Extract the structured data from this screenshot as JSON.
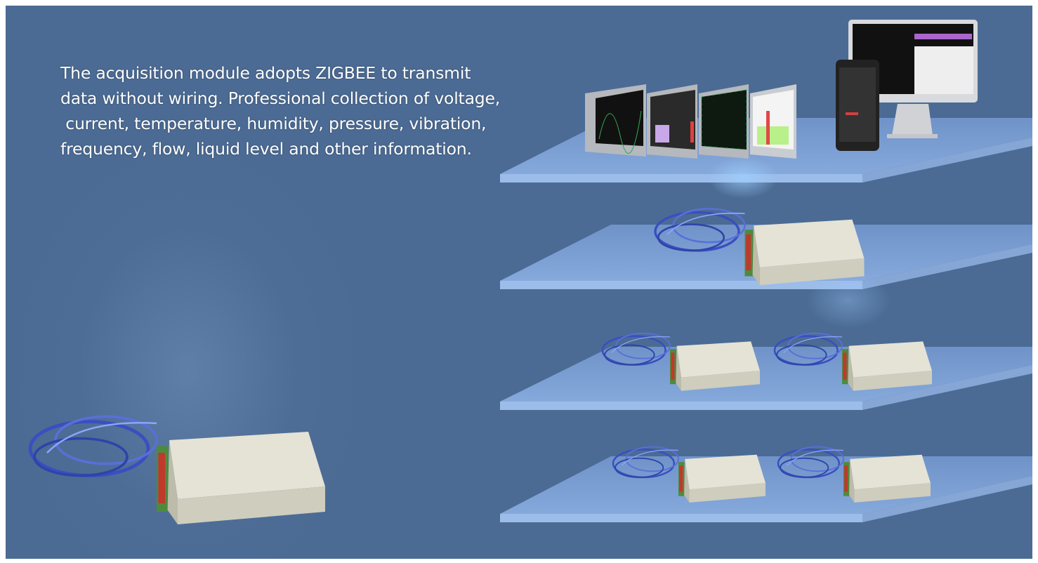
{
  "description": {
    "lines": [
      "The acquisition module adopts ZIGBEE to transmit",
      "data without wiring. Professional collection of voltage,",
      " current, temperature, humidity, pressure, vibration,",
      "frequency, flow, liquid level and other information."
    ]
  },
  "colors": {
    "background": "#4b6b94",
    "platform_top": "#7a9fd3",
    "platform_edge": "#9cbcea",
    "module_body": "#dcdcd0",
    "cable": "#3a4fc0",
    "terminal": "#c0392b"
  }
}
